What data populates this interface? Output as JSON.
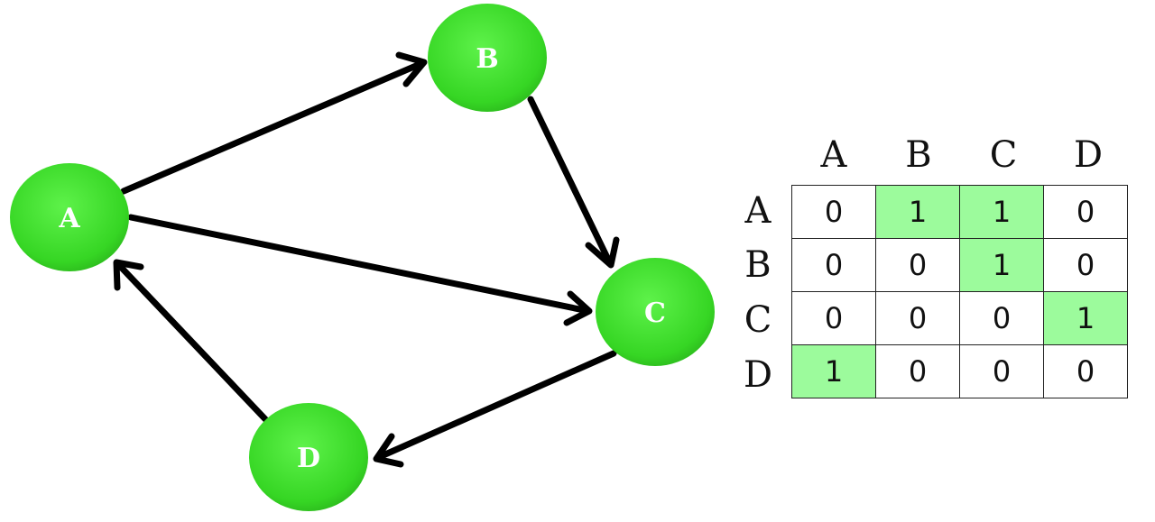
{
  "graph": {
    "nodes": [
      {
        "id": "A",
        "label": "A"
      },
      {
        "id": "B",
        "label": "B"
      },
      {
        "id": "C",
        "label": "C"
      },
      {
        "id": "D",
        "label": "D"
      }
    ],
    "edges": [
      {
        "from": "A",
        "to": "B"
      },
      {
        "from": "A",
        "to": "C"
      },
      {
        "from": "B",
        "to": "C"
      },
      {
        "from": "C",
        "to": "D"
      },
      {
        "from": "D",
        "to": "A"
      }
    ],
    "node_color": "#3fd92f",
    "edge_color": "#000000"
  },
  "matrix": {
    "col_headers": [
      "A",
      "B",
      "C",
      "D"
    ],
    "row_headers": [
      "A",
      "B",
      "C",
      "D"
    ],
    "rows": [
      [
        "0",
        "1",
        "1",
        "0"
      ],
      [
        "0",
        "0",
        "1",
        "0"
      ],
      [
        "0",
        "0",
        "0",
        "1"
      ],
      [
        "1",
        "0",
        "0",
        "0"
      ]
    ],
    "highlight_color": "#9cfb9c"
  }
}
